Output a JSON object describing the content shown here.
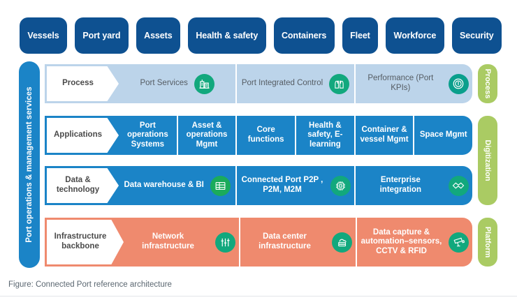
{
  "colors": {
    "navy": "#0e5191",
    "blue": "#1b84c7",
    "light_blue": "#bcd4ea",
    "coral": "#ef8a6e",
    "green_tab": "#aacb63",
    "icon_green": "#12a87d",
    "white": "#ffffff"
  },
  "top_pills": [
    {
      "label": "Vessels"
    },
    {
      "label": "Port yard"
    },
    {
      "label": "Assets"
    },
    {
      "label": "Health & safety"
    },
    {
      "label": "Containers"
    },
    {
      "label": "Fleet"
    },
    {
      "label": "Workforce"
    },
    {
      "label": "Security"
    }
  ],
  "side_label": "Port operations & management services",
  "green_tabs": [
    {
      "label": "Process"
    },
    {
      "label": "Digitization"
    },
    {
      "label": "Platform"
    }
  ],
  "rows": [
    {
      "label": "Process",
      "cells": [
        {
          "text": "Port Services",
          "icon": "port-building-icon"
        },
        {
          "text": "Port Integrated Control",
          "icon": "gloves-icon"
        },
        {
          "text": "Performance (Port KPIs)",
          "icon": "gauge-icon"
        }
      ]
    },
    {
      "label": "Applications",
      "cells": [
        {
          "text": "Port operations Systems",
          "icon": null
        },
        {
          "text": "Asset & operations Mgmt",
          "icon": null
        },
        {
          "text": "Core functions",
          "icon": null
        },
        {
          "text": "Health & safety, E-learning",
          "icon": null
        },
        {
          "text": "Container & vessel Mgmt",
          "icon": null
        },
        {
          "text": "Space Mgmt",
          "icon": null
        }
      ]
    },
    {
      "label": "Data & technology",
      "cells": [
        {
          "text": "Data warehouse & BI",
          "icon": "database-icon"
        },
        {
          "text": "Connected Port P2P , P2M, M2M",
          "icon": "chip-icon"
        },
        {
          "text": "Enterprise integration",
          "icon": "handshake-icon"
        }
      ]
    },
    {
      "label": "Infrastructure backbone",
      "cells": [
        {
          "text": "Network infrastructure",
          "icon": "network-sliders-icon"
        },
        {
          "text": "Data center infrastructure",
          "icon": "cloud-server-icon"
        },
        {
          "text": "Data capture & automation–sensors, CCTV & RFID",
          "icon": "cctv-camera-icon"
        }
      ]
    }
  ],
  "caption": "Figure: Connected Port reference architecture"
}
